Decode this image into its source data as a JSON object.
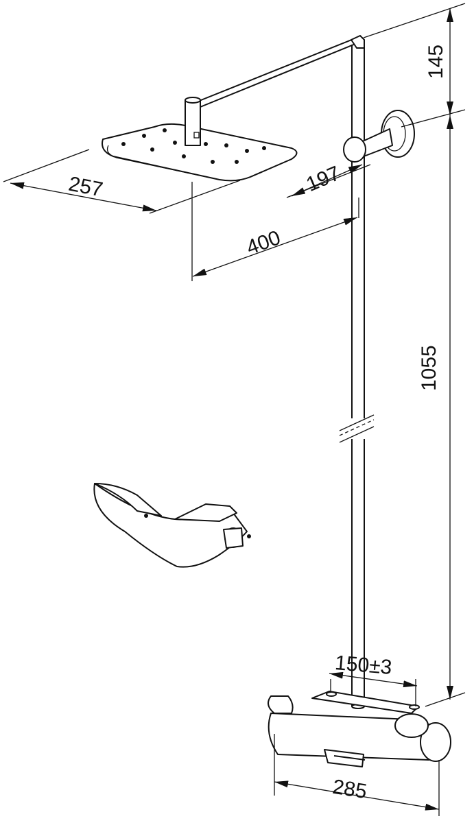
{
  "dimensions": {
    "shower_head_depth": "257",
    "shower_head_width": "197",
    "arm_reach": "400",
    "top_offset": "145",
    "rail_height": "1055",
    "inlet_spacing": "150±3",
    "mixer_width": "285"
  },
  "colors": {
    "line": "#111111",
    "background": "#ffffff"
  }
}
